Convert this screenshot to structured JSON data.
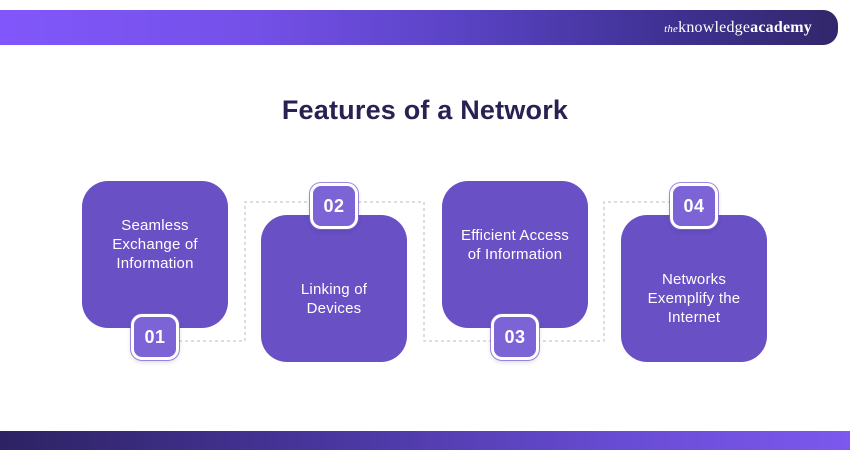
{
  "header": {
    "logo_the": "the",
    "logo_knowledge": "knowledge",
    "logo_academy": "academy"
  },
  "title": "Features of a Network",
  "features": [
    {
      "number": "01",
      "label": "Seamless Exchange of Information",
      "badge_position": "bottom"
    },
    {
      "number": "02",
      "label": "Linking of Devices",
      "badge_position": "top"
    },
    {
      "number": "03",
      "label": "Efficient Access of Information",
      "badge_position": "bottom"
    },
    {
      "number": "04",
      "label": "Networks Exemplify the Internet",
      "badge_position": "top"
    }
  ],
  "colors": {
    "card-purple": "#6950C4",
    "badge-purple": "#7C64D6",
    "title-color": "#2A2153",
    "dash-color": "#D2D2D2",
    "bar-grad-left": "#8157FB",
    "bar-grad-right": "#32276B",
    "footer-grad-left": "#2D2263",
    "footer-grad-right": "#7C58EE"
  }
}
